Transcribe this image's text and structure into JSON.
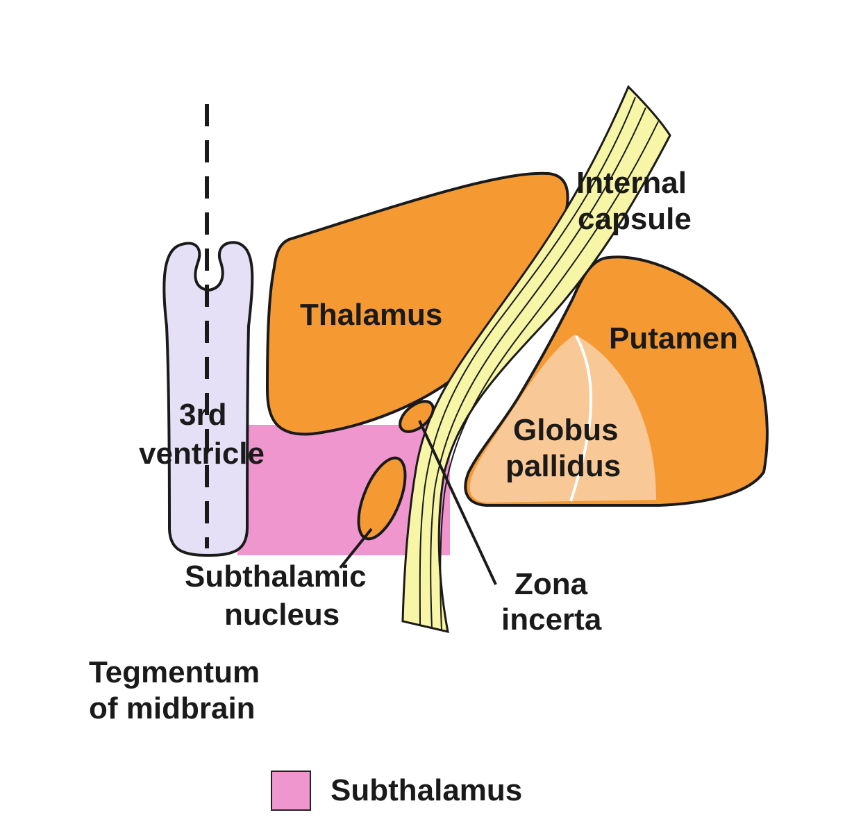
{
  "colors": {
    "nucleus": "#f59a33",
    "globus": "#f8c996",
    "ventricle": "#e6e0f7",
    "subthalamus": "#ef96cf",
    "capsule": "#f7f5a6",
    "outline": "#1a1a1a"
  },
  "labels": {
    "internal_capsule": [
      "Internal",
      "capsule"
    ],
    "thalamus": "Thalamus",
    "putamen": "Putamen",
    "globus_pallidus": [
      "Globus",
      "pallidus"
    ],
    "third_ventricle": [
      "3rd",
      "ventricle"
    ],
    "subthalamic_nucleus": [
      "Subthalamic",
      "nucleus"
    ],
    "zona_incerta": [
      "Zona",
      "incerta"
    ],
    "tegmentum": [
      "Tegmentum",
      "of midbrain"
    ]
  },
  "legend": {
    "label": "Subthalamus"
  }
}
